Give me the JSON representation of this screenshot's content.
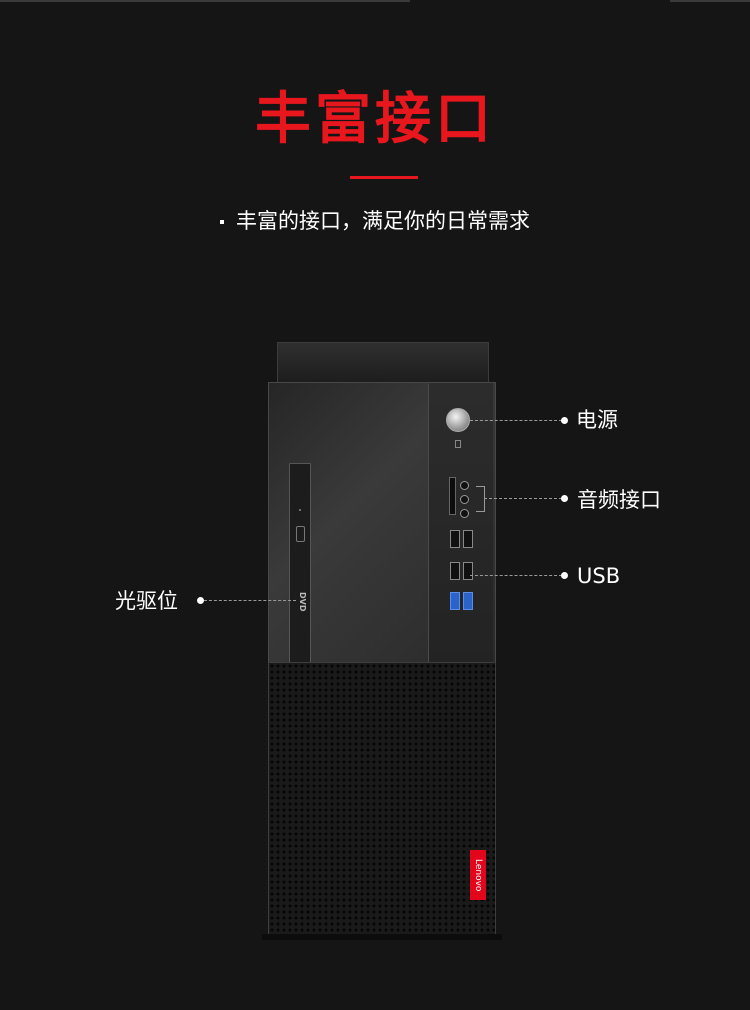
{
  "header": {
    "title": "丰富接口",
    "subtitle": "丰富的接口，满足你的日常需求"
  },
  "product": {
    "brand_badge": "Lenovo",
    "odd_logo": "DVD"
  },
  "callouts": {
    "power": "电源",
    "audio": "音频接口",
    "usb": "USB",
    "optical_drive": "光驱位"
  },
  "colors": {
    "background": "#151515",
    "accent": "#e8171d",
    "text": "#ffffff"
  }
}
